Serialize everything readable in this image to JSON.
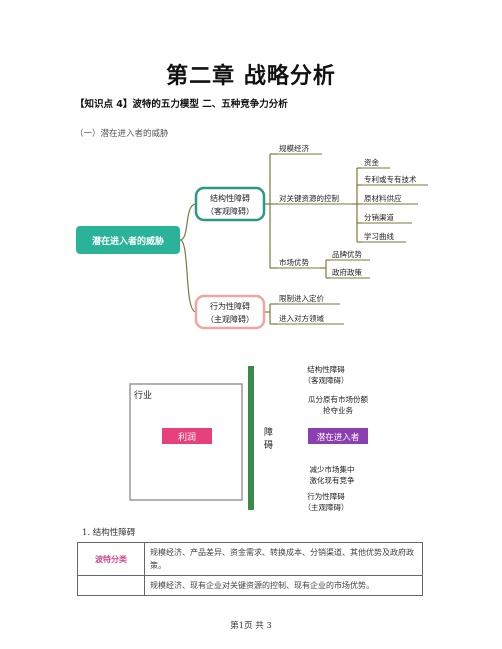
{
  "title": "第二章  战略分析",
  "knowledge_point": "【知识点 4】波特的五力模型  二、五种竞争力分析",
  "subsection": "（一）潜在进入者的威胁",
  "mindmap": {
    "root": "潜在进入者的威胁",
    "structural_barrier": [
      "结构性障碍",
      "（客观障碍）"
    ],
    "behavioral_barrier": [
      "行为性障碍",
      "（主观障碍）"
    ],
    "economies_of_scale": "规模经济",
    "key_resources_control": "对关键资源的控制",
    "resources": [
      "资金",
      "专利或专有技术",
      "原材料供应",
      "分销渠道",
      "学习曲线"
    ],
    "market_advantage": "市场优势",
    "market_items": [
      "品牌优势",
      "政府政策"
    ],
    "behaviors": [
      "限制进入定价",
      "进入对方领域"
    ],
    "colors": {
      "root": "#2bb39a",
      "structural": "#2a9a86",
      "behavioral": "#f0a5a5",
      "branch": "#7a7a3a"
    }
  },
  "barrier_diagram": {
    "industry_label": "行业",
    "profit_label": "利润",
    "barrier_label": [
      "障",
      "碍"
    ],
    "entrant_label": "潜在进入者",
    "structural_label": [
      "结构性障碍",
      "（客观障碍）"
    ],
    "structural_effect": [
      "瓜分原有市场份额",
      "抢夺业务"
    ],
    "behavioral_effect": [
      "减少市场集中",
      "激化现有竞争"
    ],
    "behavioral_label": [
      "行为性障碍",
      "（主观障碍）"
    ],
    "colors": {
      "profit": "#e8407a",
      "entrant": "#8b3fb0",
      "barrier": "#3a8a4a"
    }
  },
  "section_label": "1.  结构性障碍",
  "table": {
    "header": "波特分类",
    "row1": "规模经济、产品差异、资金需求、转换成本、分销渠道、其他优势及政府政策。",
    "row2": "规模经济、现有企业对关键资源的控制、现有企业的市场优势。"
  },
  "footer": "第1页  共 3"
}
